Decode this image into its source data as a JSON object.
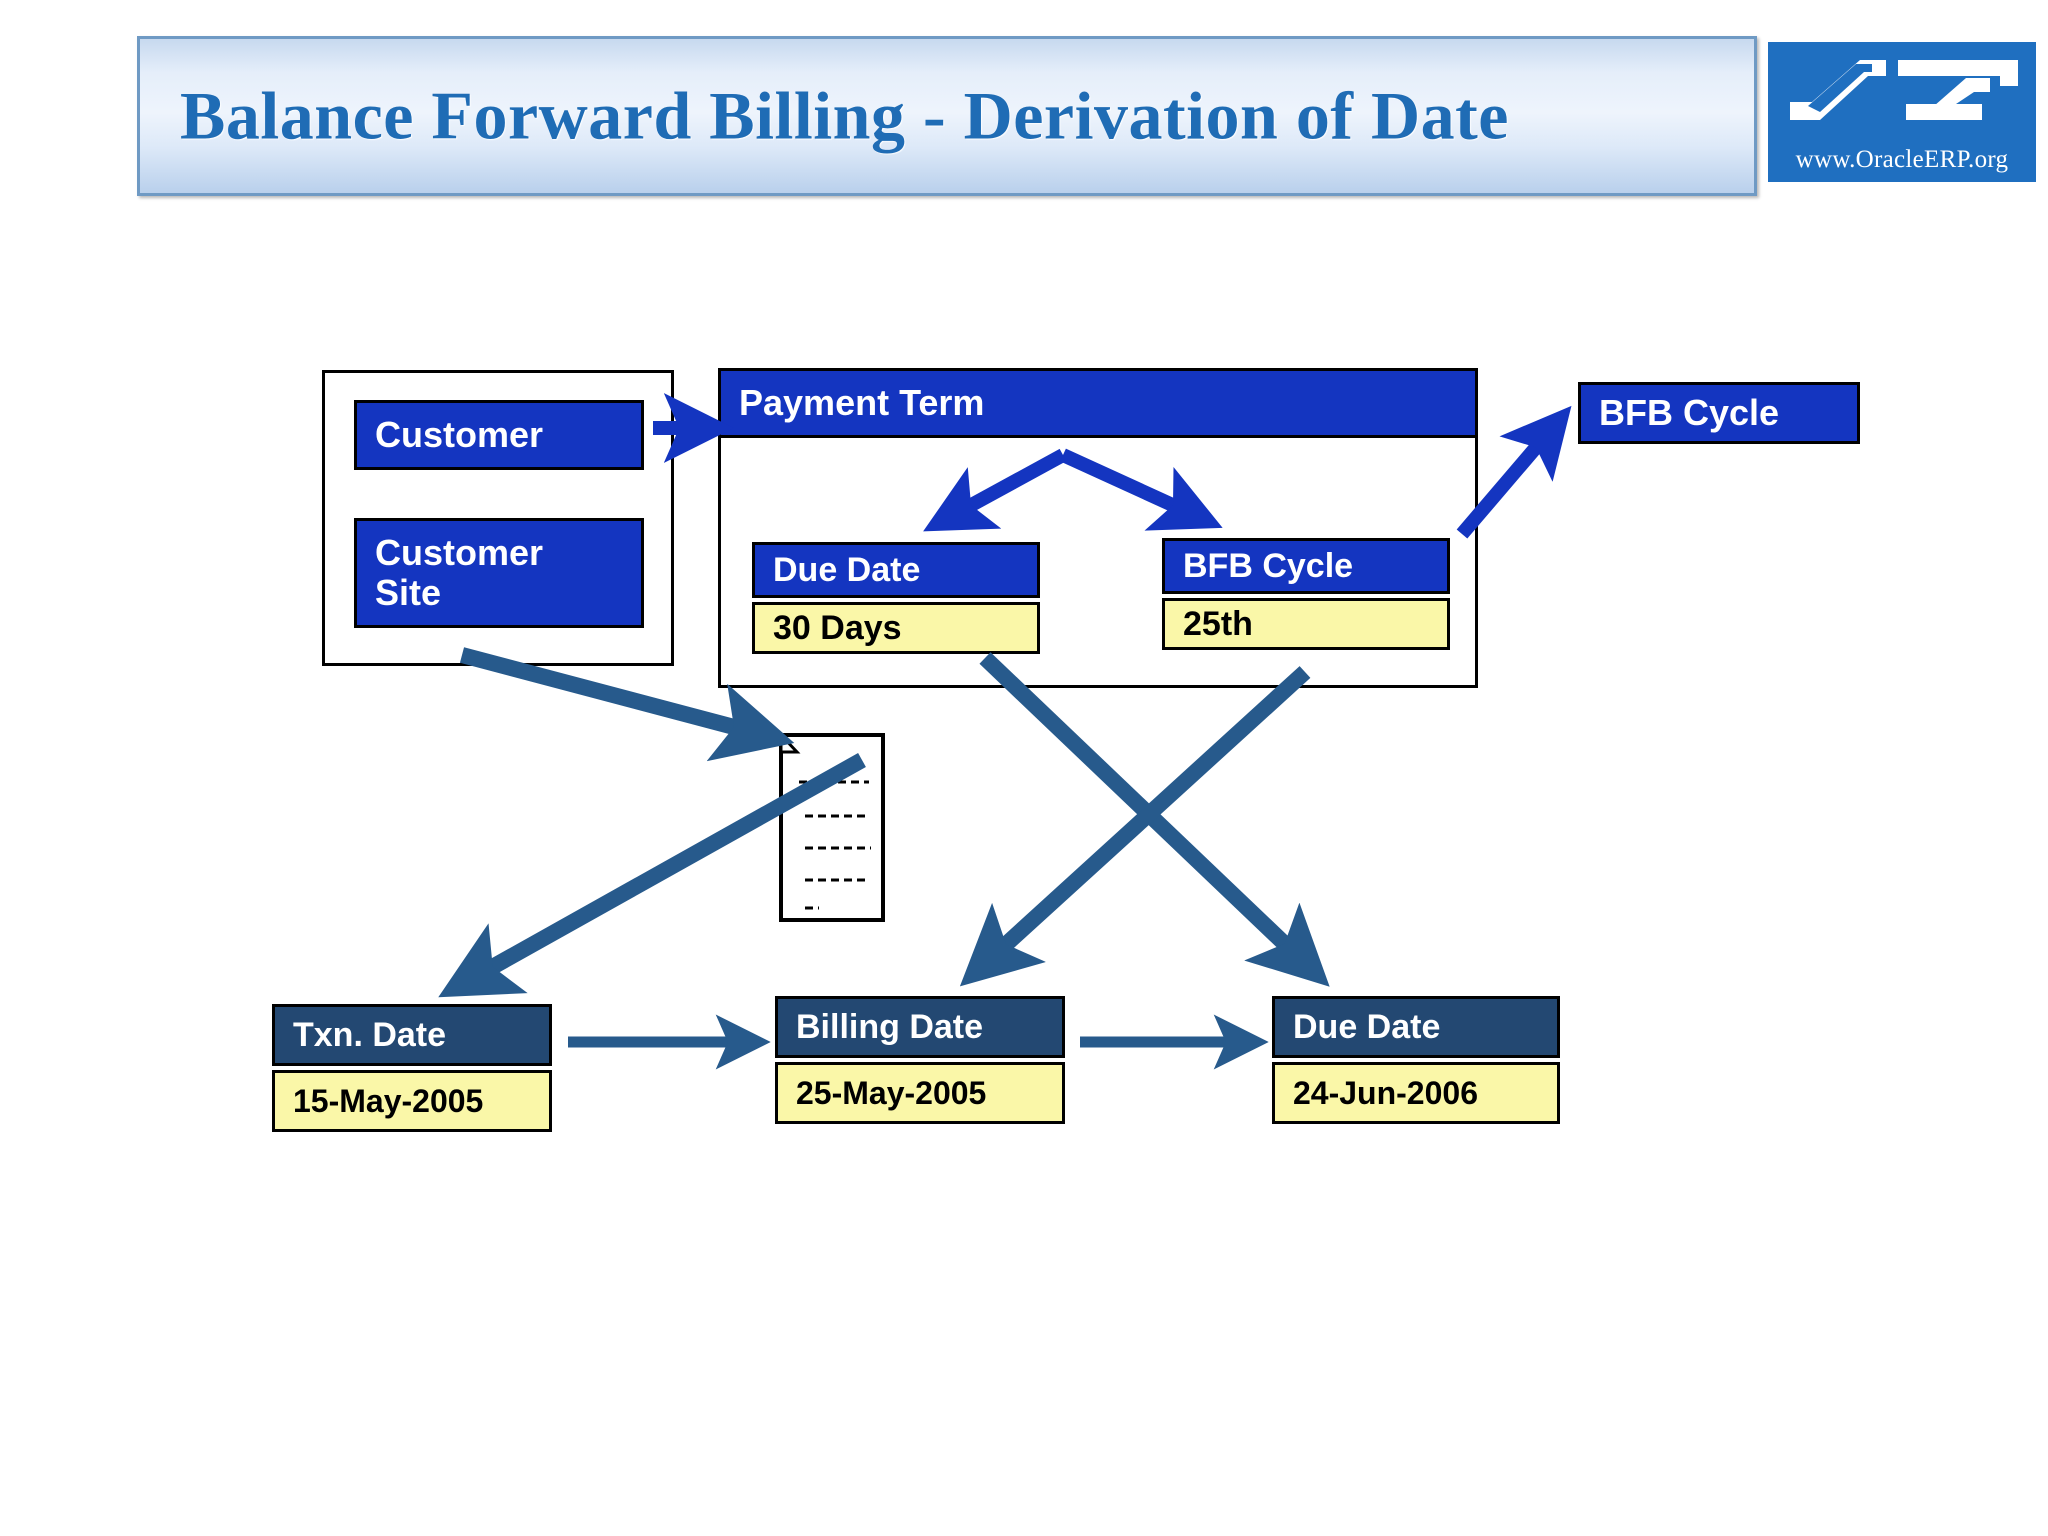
{
  "header": {
    "title": "Balance Forward Billing - Derivation of Date",
    "logo": {
      "name": "oracleerp-logo",
      "url_text": "www.OracleERP.org",
      "background": "#1f6fc0"
    },
    "bar_border_color": "#6f9ac4",
    "title_color": "#1f6cb5"
  },
  "diagram": {
    "customer_group": {
      "customer_label": "Customer",
      "customer_site_label": "Customer\nSite",
      "customer_site_line1": "Customer",
      "customer_site_line2": "Site"
    },
    "payment_term": {
      "header_label": "Payment Term",
      "fields": [
        {
          "name": "due-date",
          "label": "Due Date",
          "value": "30 Days"
        },
        {
          "name": "bfb-cycle",
          "label": "BFB Cycle",
          "value": "25th"
        }
      ]
    },
    "bfb_cycle_top": {
      "label": "BFB Cycle"
    },
    "document": {
      "name": "invoice-document-icon",
      "line_count": 5
    },
    "date_row": [
      {
        "name": "txn-date",
        "label": "Txn. Date",
        "value": "15-May-2005"
      },
      {
        "name": "billing-date",
        "label": "Billing Date",
        "value": "25-May-2005"
      },
      {
        "name": "due-date",
        "label": "Due Date",
        "value": "24-Jun-2006"
      }
    ],
    "colors": {
      "bright_blue": "#1435c0",
      "navy": "#234872",
      "yellow": "#faf7a8",
      "steel_arrow": "#275a8c",
      "outline": "#000000"
    },
    "connectors": [
      {
        "name": "customer-to-payment-term",
        "from": "Customer",
        "to": "Payment Term",
        "color": "#1435c0"
      },
      {
        "name": "payment-term-to-due-date",
        "from": "Payment Term",
        "to": "Due Date",
        "color": "#1435c0"
      },
      {
        "name": "payment-term-to-bfb-cycle",
        "from": "Payment Term",
        "to": "BFB Cycle",
        "color": "#1435c0"
      },
      {
        "name": "bfb-cycle-to-bfb-cycle-top",
        "from": "BFB Cycle",
        "to": "BFB Cycle",
        "color": "#1435c0"
      },
      {
        "name": "customer-site-to-document",
        "from": "Customer Site",
        "to": "Document",
        "color": "#275a8c"
      },
      {
        "name": "document-to-txn-date",
        "from": "Document",
        "to": "Txn. Date",
        "color": "#275a8c"
      },
      {
        "name": "due-date-term-to-due-date",
        "from": "30 Days",
        "to": "Due Date",
        "color": "#275a8c"
      },
      {
        "name": "bfb-cycle-term-to-billing-date",
        "from": "25th",
        "to": "Billing Date",
        "color": "#275a8c"
      },
      {
        "name": "txn-date-to-billing-date",
        "from": "Txn. Date",
        "to": "Billing Date",
        "color": "#275a8c"
      },
      {
        "name": "billing-date-to-due-date",
        "from": "Billing Date",
        "to": "Due Date",
        "color": "#275a8c"
      }
    ]
  }
}
